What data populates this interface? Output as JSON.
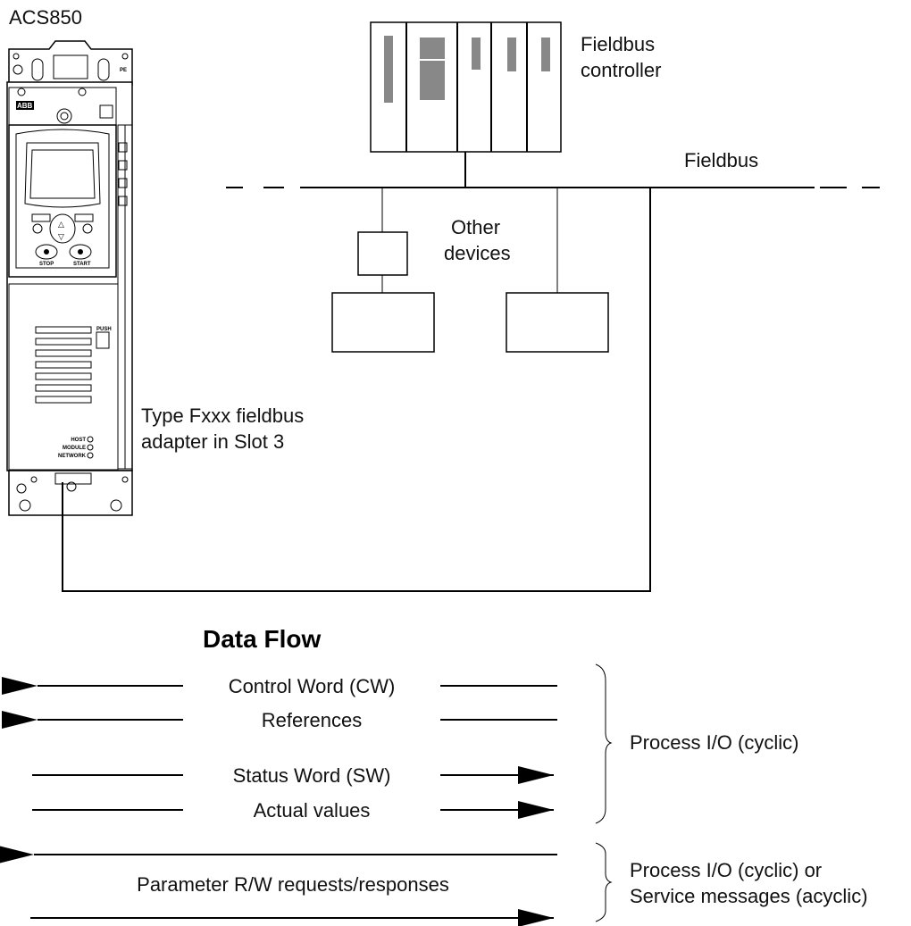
{
  "drive": {
    "name": "ACS850",
    "brand": "ABB",
    "keypad": {
      "stop_label": "STOP",
      "start_label": "START",
      "push_label": "PUSH"
    },
    "leds": [
      "HOST",
      "MODULE",
      "NETWORK"
    ]
  },
  "adapter_label": {
    "line1": "Type Fxxx fieldbus",
    "line2": "adapter in Slot 3"
  },
  "controller_label": {
    "line1": "Fieldbus",
    "line2": "controller"
  },
  "fieldbus_label": "Fieldbus",
  "other_devices_label": {
    "line1": "Other",
    "line2": "devices"
  },
  "data_flow": {
    "title": "Data Flow",
    "rows": [
      {
        "label": "Control Word (CW)",
        "direction": "left"
      },
      {
        "label": "References",
        "direction": "left"
      },
      {
        "label": "Status Word (SW)",
        "direction": "right"
      },
      {
        "label": "Actual values",
        "direction": "right"
      }
    ],
    "parameter_label": "Parameter R/W requests/responses",
    "group1_label": "Process I/O (cyclic)",
    "group2_label": {
      "line1": "Process I/O (cyclic) or",
      "line2": "Service messages (acyclic)"
    }
  }
}
